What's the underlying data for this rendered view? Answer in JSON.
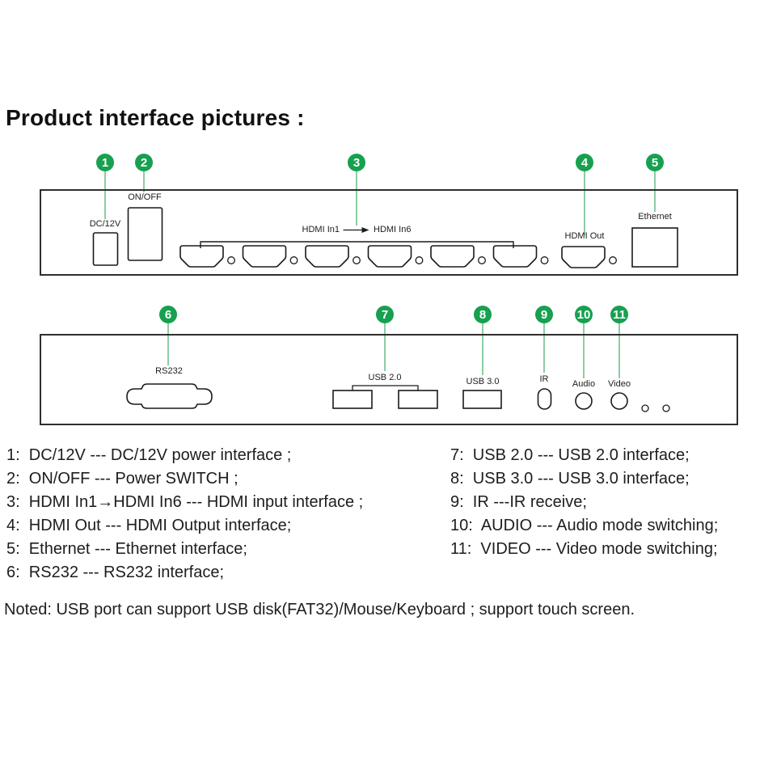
{
  "title": "Product interface pictures :",
  "colors": {
    "accent": "#17a050",
    "stem": "#8ccda3",
    "ink": "#1d1d1d",
    "line": "#1a1a1a"
  },
  "callouts": [
    "1",
    "2",
    "3",
    "4",
    "5",
    "6",
    "7",
    "8",
    "9",
    "10",
    "11"
  ],
  "panels": {
    "top": {
      "dc_label": "DC/12V",
      "onoff_label": "ON/OFF",
      "hdmi_in_from": "HDMI In1",
      "hdmi_in_to": "HDMI In6",
      "hdmi_out_label": "HDMI Out",
      "ethernet_label": "Ethernet"
    },
    "bottom": {
      "rs232_label": "RS232",
      "usb20_label": "USB 2.0",
      "usb30_label": "USB 3.0",
      "ir_label": "IR",
      "audio_label": "Audio",
      "video_label": "Video"
    }
  },
  "legend": {
    "left": [
      "1:  DC/12V --- DC/12V power interface ;",
      "2:  ON/OFF --- Power SWITCH ;",
      "3:  HDMI In1→HDMI In6 --- HDMI input interface ;",
      "4:  HDMI Out --- HDMI Output interface;",
      "5:  Ethernet --- Ethernet interface;",
      "6:  RS232 --- RS232 interface;"
    ],
    "right": [
      "7:  USB 2.0 --- USB 2.0 interface;",
      "8:  USB 3.0 --- USB 3.0 interface;",
      "9:  IR ---IR receive;",
      "10:  AUDIO --- Audio mode switching;",
      "11:  VIDEO --- Video mode switching;"
    ]
  },
  "note": "Noted: USB port can support USB disk(FAT32)/Mouse/Keyboard ; support touch screen."
}
